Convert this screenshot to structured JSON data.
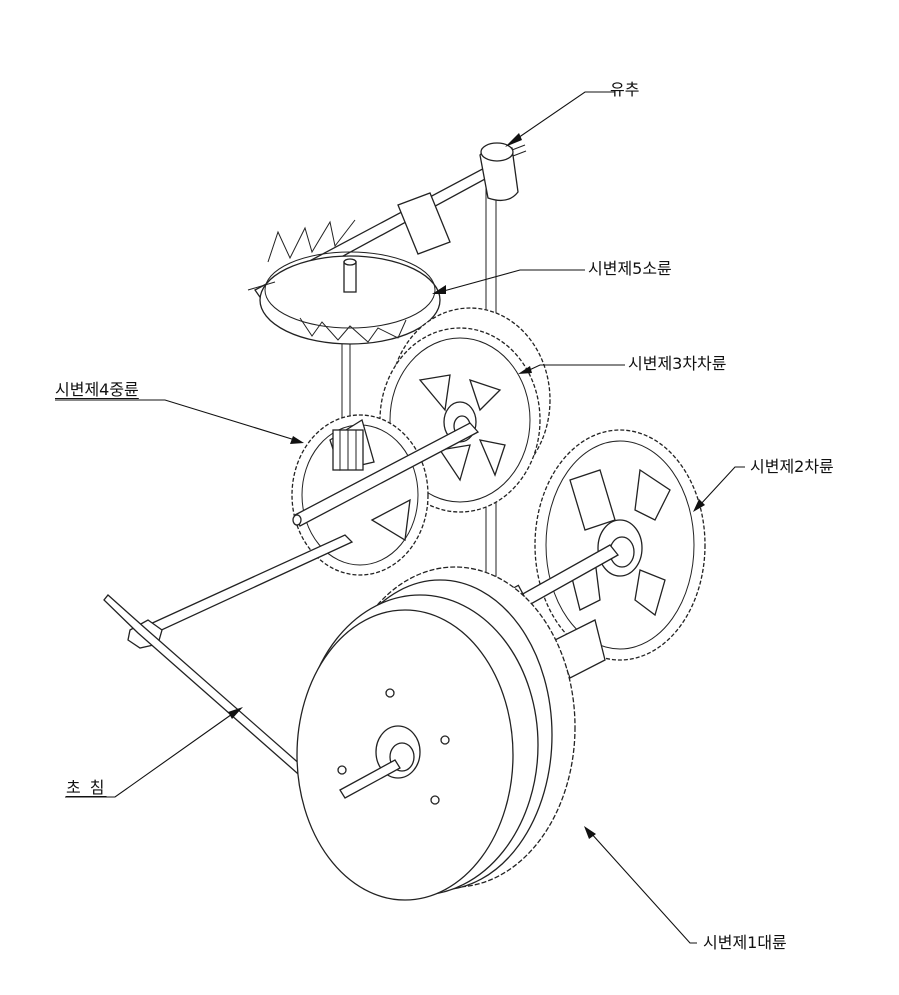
{
  "labels": {
    "pallet_shaft": "유추",
    "fifth_wheel": "시변제5소륜",
    "third_wheel": "시변제3차차륜",
    "fourth_wheel": "시변제4중륜",
    "second_wheel": "시변제2차륜",
    "second_hand": "초 침",
    "first_wheel": "시변제1대륜"
  }
}
